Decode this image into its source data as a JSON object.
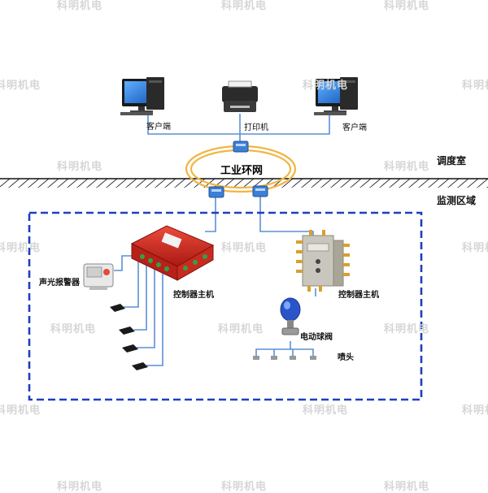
{
  "watermark": {
    "text": "科明机电"
  },
  "zones": {
    "control_room": "调度室",
    "monitor_area": "监测区域"
  },
  "ring": {
    "label": "工业环网"
  },
  "devices": {
    "client_left": "客户端",
    "printer": "打印机",
    "client_right": "客户端",
    "alarm": "声光报警器",
    "controller_red": "控制器主机",
    "controller_gray": "控制器主机",
    "valve": "电动球阀",
    "nozzle": "喷头"
  },
  "colors": {
    "line": "#5b8fd6",
    "ring": "#f0b642",
    "area_border": "#1e3fbf",
    "controller_red": "#d8271d",
    "controller_gray": "#c9c6bd",
    "valve": "#2a55c9",
    "gland": "#2fa346",
    "watermark": "#d6d6d6"
  },
  "icons": [
    "monitor-icon",
    "printer-icon",
    "switch-icon",
    "alarm-icon",
    "sensor-icon",
    "controller-icon",
    "valve-icon",
    "nozzle-icon"
  ]
}
